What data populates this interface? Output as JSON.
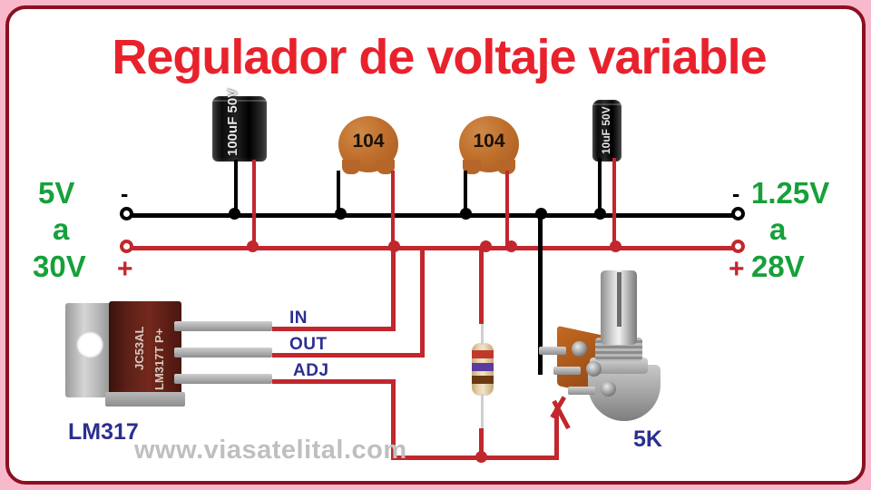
{
  "title": "Regulador de voltaje variable",
  "watermark": "www.viasatelital.com",
  "colors": {
    "title_red": "#e8222c",
    "wire_black": "#000000",
    "wire_red": "#c1272d",
    "label_green": "#17a03a",
    "label_blue": "#2b2f8f",
    "frame_border": "#8c1020",
    "page_background": "#f9b9cc"
  },
  "input": {
    "line1": "5V",
    "line2": "a",
    "line3": "30V",
    "negative_sign": "-",
    "positive_sign": "+"
  },
  "output": {
    "line1": "1.25V",
    "line2": "a",
    "line3": "28V",
    "negative_sign": "-",
    "positive_sign": "+"
  },
  "regulator": {
    "name": "LM317",
    "marking_line1": "JC53AL",
    "marking_line2": "LM317T P+",
    "pins": [
      {
        "label": "IN"
      },
      {
        "label": "OUT"
      },
      {
        "label": "ADJ"
      }
    ]
  },
  "components": {
    "cap_electrolytic_1": {
      "value": "100uF",
      "voltage": "50V",
      "text": "100uF 50V"
    },
    "cap_ceramic_1": {
      "code": "104"
    },
    "cap_ceramic_2": {
      "code": "104"
    },
    "cap_electrolytic_2": {
      "value": "10uF",
      "voltage": "50V",
      "text": "10uF 50V"
    },
    "resistor": {
      "bands": [
        "red",
        "violet",
        "brown"
      ]
    },
    "potentiometer": {
      "label": "5K"
    }
  }
}
